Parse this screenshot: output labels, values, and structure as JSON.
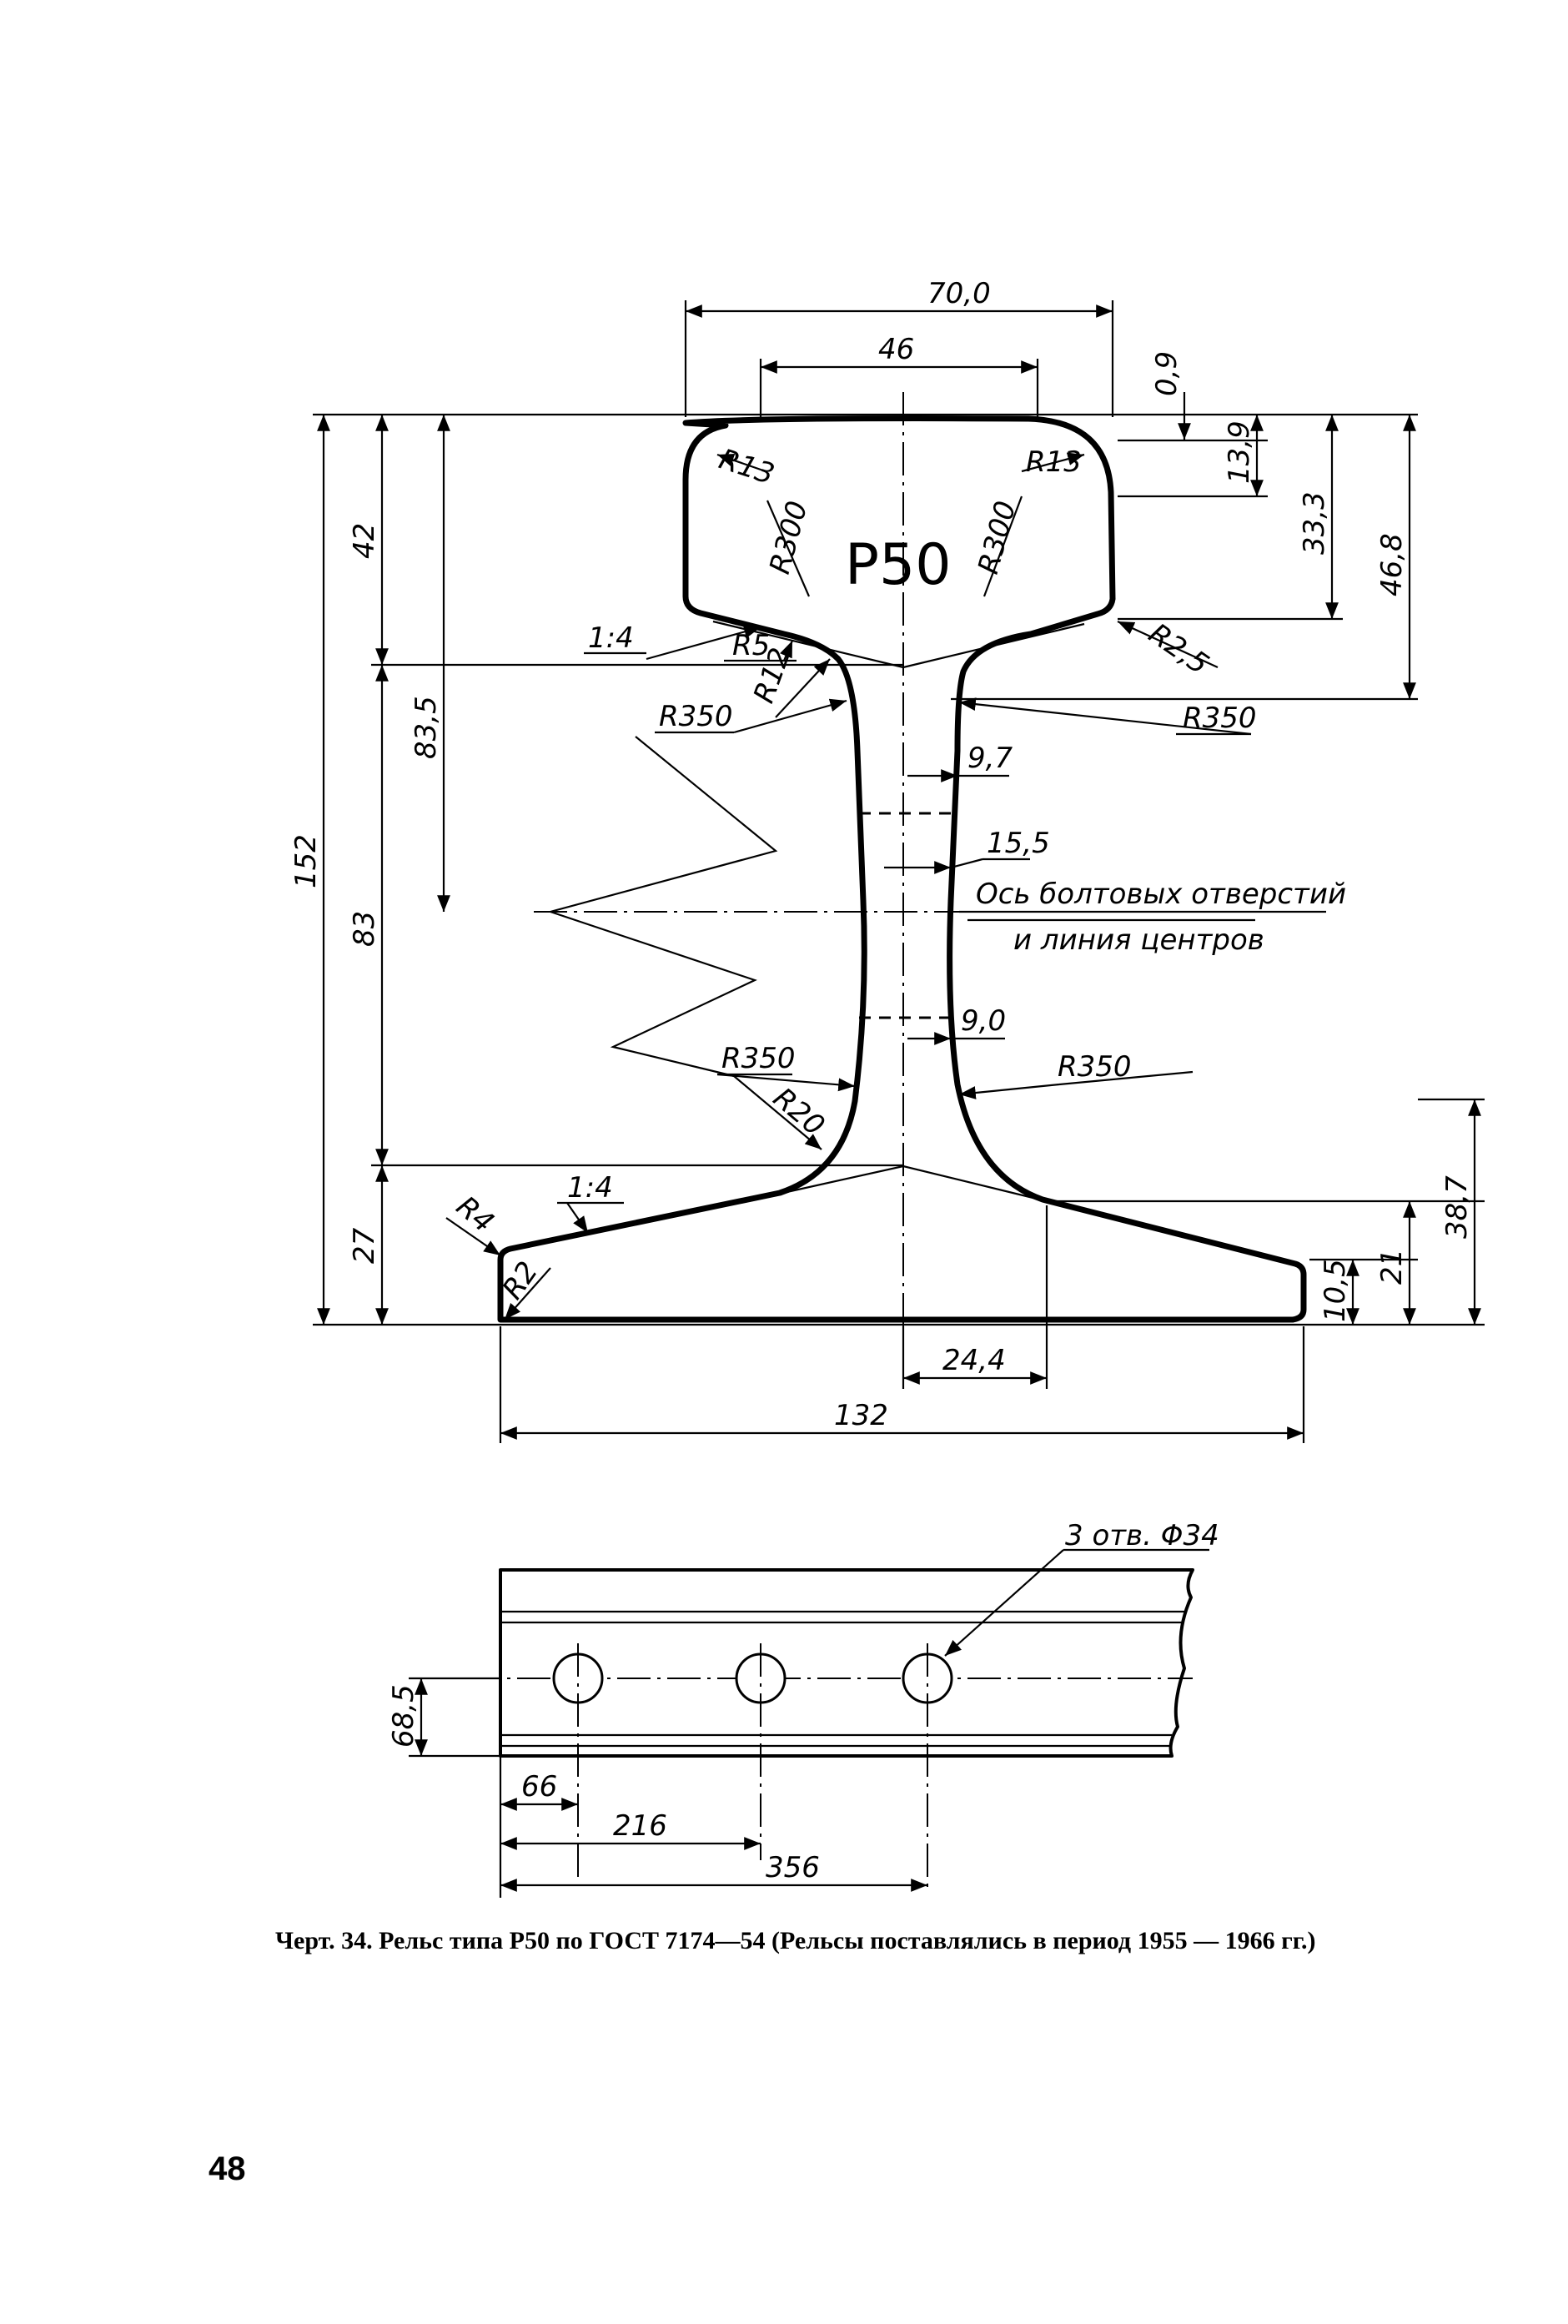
{
  "profile": {
    "marking": "Р50",
    "dimensions": {
      "head_width": "70,0",
      "head_top_width": "46",
      "crown_drop": "0,9",
      "head_depth_side": "13,9",
      "head_depth": "33,3",
      "head_fishing_depth": "46,8",
      "head_height": "42",
      "bolt_axis_from_top": "83,5",
      "total_height": "152",
      "web_height": "83",
      "base_height": "27",
      "web_top": "9,7",
      "web_mid": "15,5",
      "web_bottom": "9,0",
      "base_slope_height": "38,7",
      "base_edge_upper": "21",
      "base_edge": "10,5",
      "web_offset": "24,4",
      "base_width": "132"
    },
    "radii": {
      "head_corner_left": "R13",
      "head_corner_right": "R13",
      "crown_left": "R300",
      "crown_right": "R300",
      "head_fillet": "R5",
      "head_fillet_inner": "R12",
      "head_edge": "R2,5",
      "web_upper_left": "R350",
      "web_upper_right": "R350",
      "web_lower_left": "R350",
      "web_lower_right": "R350",
      "base_fillet": "R20",
      "base_edge_top": "R4",
      "base_edge_bottom": "R2"
    },
    "slopes": {
      "head_slope": "1:4",
      "base_slope": "1:4"
    },
    "bolt_axis_label_line1": "Ось болтовых отверстий",
    "bolt_axis_label_line2": "и линия центров"
  },
  "elevation": {
    "holes_label": "3 отв. Φ34",
    "hole_axis_height": "68,5",
    "hole_spacing": [
      "66",
      "216",
      "356"
    ]
  },
  "caption": "Черт. 34. Рельс типа Р50 по ГОСТ 7174—54 (Рельсы поставлялись в период 1955 — 1966 гг.)",
  "page_number": "48"
}
